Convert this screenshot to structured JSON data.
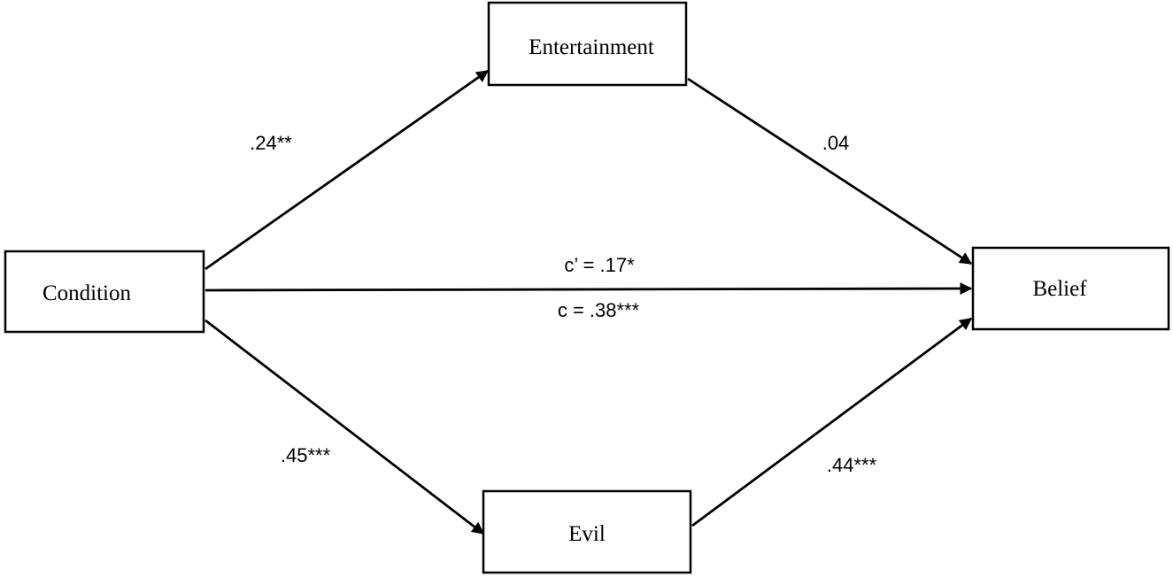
{
  "nodes": {
    "entertainment": "Entertainment",
    "condition": "Condition",
    "belief": "Belief",
    "evil": "Evil"
  },
  "paths": {
    "a1": ".24**",
    "b1": ".04",
    "direct_c_prime": "c’ = .17*",
    "total_c": "c = .38***",
    "a2": ".45***",
    "b2": ".44***"
  },
  "colors": {
    "stroke": "#000000",
    "background": "#ffffff"
  }
}
